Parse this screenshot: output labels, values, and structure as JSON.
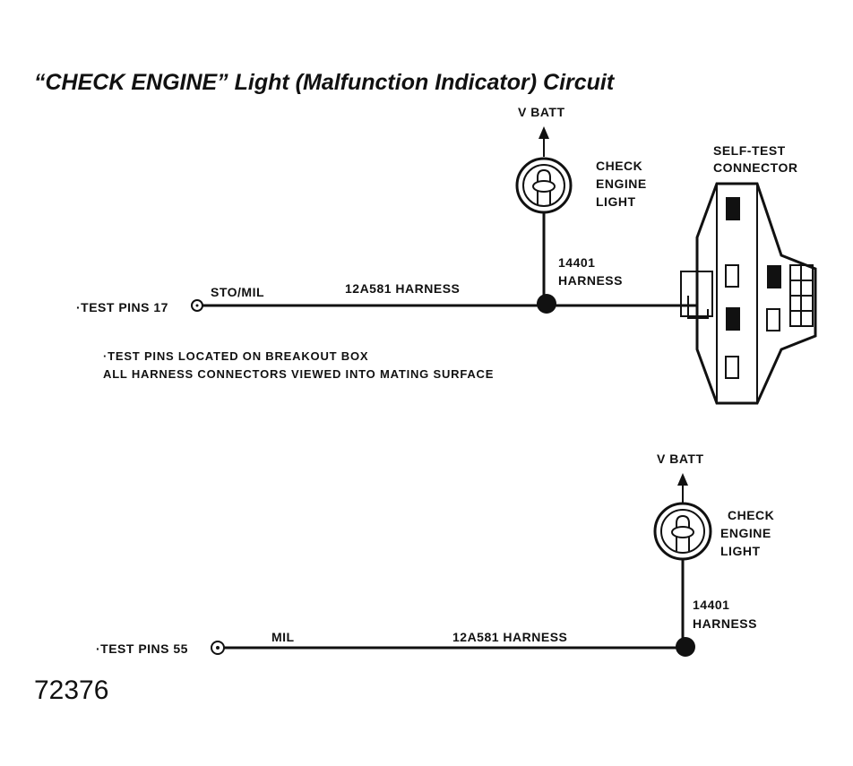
{
  "title": "“CHECK ENGINE” Light (Malfunction Indicator) Circuit",
  "figure_number": "72376",
  "notes": {
    "line1": "·TEST PINS LOCATED ON BREAKOUT BOX",
    "line2": "ALL HARNESS CONNECTORS VIEWED INTO MATING SURFACE"
  },
  "upper_circuit": {
    "supply": "V BATT",
    "lamp_label": [
      "CHECK",
      "ENGINE",
      "LIGHT"
    ],
    "harness_vertical": [
      "14401",
      "HARNESS"
    ],
    "test_pin": "·TEST PINS 17",
    "wire_name": "STO/MIL",
    "harness_horizontal": "12A581 HARNESS",
    "connector_label": [
      "SELF-TEST",
      "CONNECTOR"
    ]
  },
  "lower_circuit": {
    "supply": "V BATT",
    "lamp_label": [
      "CHECK",
      "ENGINE",
      "LIGHT"
    ],
    "harness_vertical": [
      "14401",
      "HARNESS"
    ],
    "test_pin": "·TEST PINS 55",
    "wire_name": "MIL",
    "harness_horizontal": "12A581 HARNESS"
  }
}
